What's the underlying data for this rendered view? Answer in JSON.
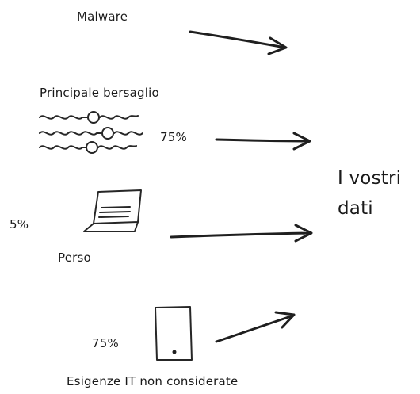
{
  "labels": {
    "malware": "Malware",
    "target": "Principale bersaglio",
    "target_pct": "75%",
    "lost": "Perso",
    "lost_pct": "5%",
    "it_needs": "Esigenze IT non considerate",
    "it_needs_pct": "75%",
    "data_line1": "I vostri",
    "data_line2": "dati"
  },
  "icons": {
    "target": "network-flow-icon",
    "lost": "laptop-icon",
    "it_needs": "tablet-icon"
  },
  "colors": {
    "ink": "#1f1f1f",
    "background": "#ffffff"
  }
}
